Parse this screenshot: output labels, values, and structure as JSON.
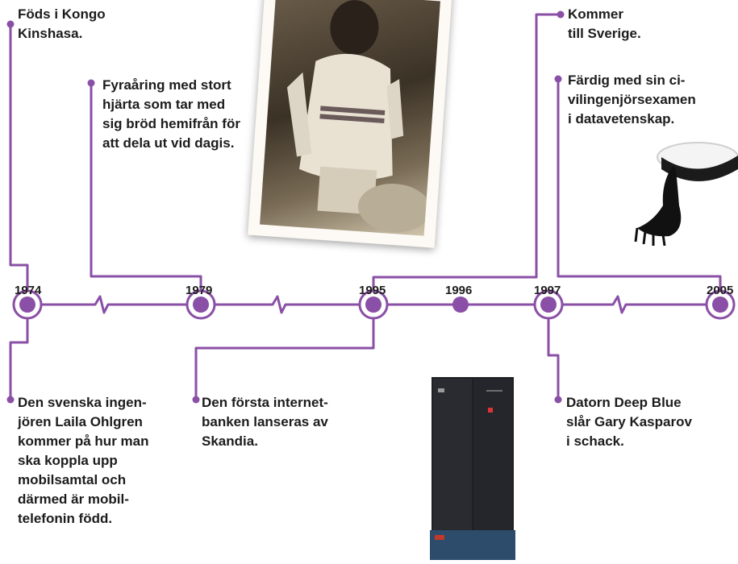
{
  "timeline": {
    "line_color": "#8a4fa6",
    "dot_color": "#9b59b6",
    "years": [
      "1974",
      "1979",
      "1995",
      "1996",
      "1997",
      "2005"
    ]
  },
  "events": {
    "e1974": "Föds i Kongo\nKinshasa.",
    "e1979": "Fyraåring med stort\nhjärta som tar med\nsig bröd hemifrån för\natt dela ut vid dagis.",
    "e1995_top": "Kommer\ntill Sverige.",
    "e2005": "Färdig med sin ci-\nvilingenjörsexamen\ni datavetenskap.",
    "e1974_b": "Den svenska ingen-\njören Laila Ohlgren\nkommer på hur man\nska koppla upp\nmobilsamtal och\ndärmed är mobil-\ntelefonin född.",
    "e1995_b": "Den första internet-\nbanken lanseras av\nSkandia.",
    "e1997": "Datorn Deep Blue\nslår Gary Kasparov\ni schack."
  },
  "images": {
    "photo": "vintage-child-photo",
    "cap": "graduation-cap",
    "computer": "deep-blue-computer"
  }
}
